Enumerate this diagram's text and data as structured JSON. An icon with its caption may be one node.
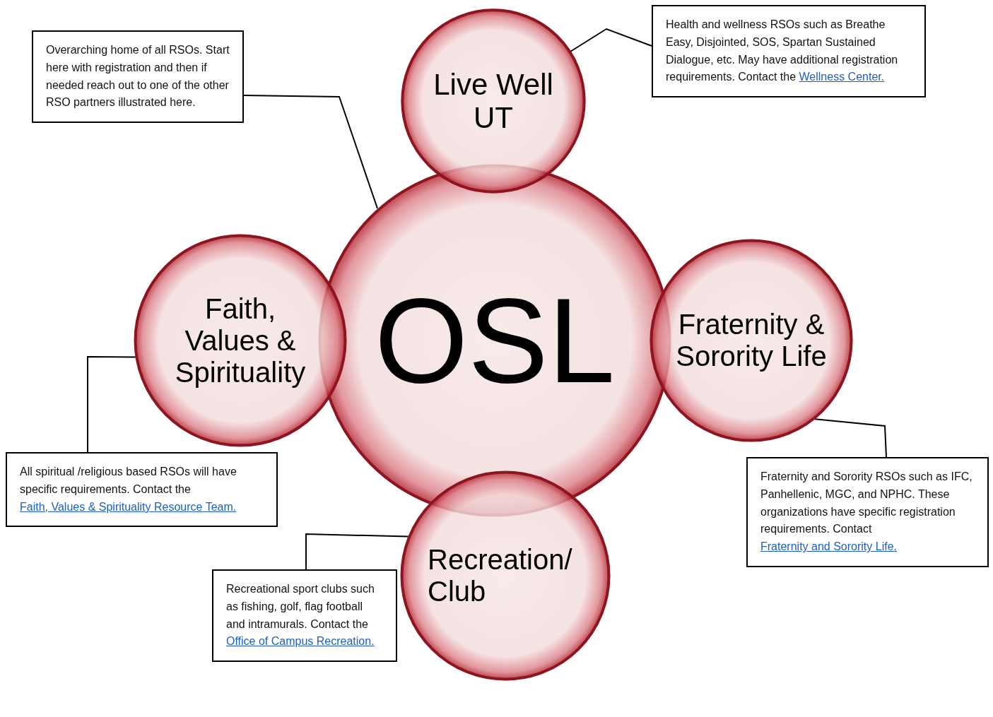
{
  "diagram": {
    "nodes": [
      {
        "text": [
          "OSL"
        ]
      },
      {
        "text": [
          "Live Well UT"
        ]
      },
      {
        "text": [
          "Faith, Values & Spirituality"
        ]
      },
      {
        "text": [
          "Fraternity & Sorority Life"
        ]
      },
      {
        "text": [
          "Recreation/ Club"
        ]
      },
      {
        "text": [
          "Overarching home of all RSOs. Start here with registration and then if needed reach out to one of the other RSO partners illustrated here."
        ]
      },
      {
        "text": [
          "Health and wellness RSOs such as Breathe Easy, Disjointed, SOS, Spartan Sustained Dialogue, etc. May have additional registration requirements. Contact the",
          "Wellness Center."
        ]
      },
      {
        "text": [
          "All spiritual /religious based RSOs will have specific requirements. Contact the",
          "Faith, Values & Spirituality Resource Team."
        ]
      },
      {
        "text": [
          "Fraternity and Sorority RSOs such as IFC, Panhellenic, MGC, and NPHC. These organizations have specific registration requirements. Contact",
          "Fraternity and Sorority Life."
        ]
      },
      {
        "text": [
          "Recreational sport clubs such as fishing, golf, flag football and intramurals. Contact the",
          "Office of Campus Recreation."
        ]
      }
    ],
    "edges": [
      {
        "from": 5,
        "to": 0,
        "arrow": "none"
      },
      {
        "from": 6,
        "to": 1,
        "arrow": "none"
      },
      {
        "from": 7,
        "to": 2,
        "arrow": "none"
      },
      {
        "from": 8,
        "to": 3,
        "arrow": "none"
      },
      {
        "from": 9,
        "to": 4,
        "arrow": "none"
      }
    ]
  }
}
